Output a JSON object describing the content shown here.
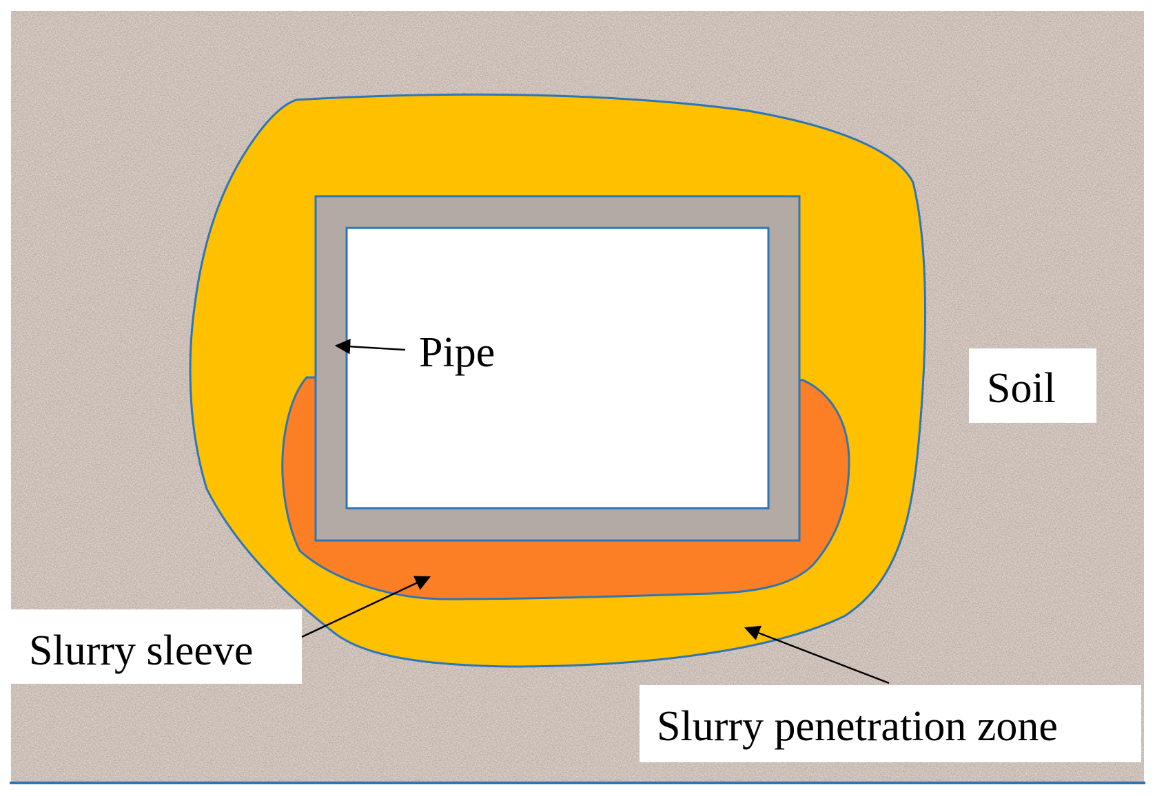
{
  "labels": {
    "pipe": "Pipe",
    "soil": "Soil",
    "slurry_sleeve": "Slurry sleeve",
    "slurry_penetration_zone": "Slurry penetration zone"
  },
  "colors": {
    "soil_base": "#a89488",
    "penetration_zone": "#ffc000",
    "slurry_sleeve": "#fd7f25",
    "pipe_wall": "#b3aaa5",
    "pipe_interior": "#ffffff",
    "outline": "#2e75b6",
    "label_box": "#ffffff",
    "text": "#000000"
  }
}
